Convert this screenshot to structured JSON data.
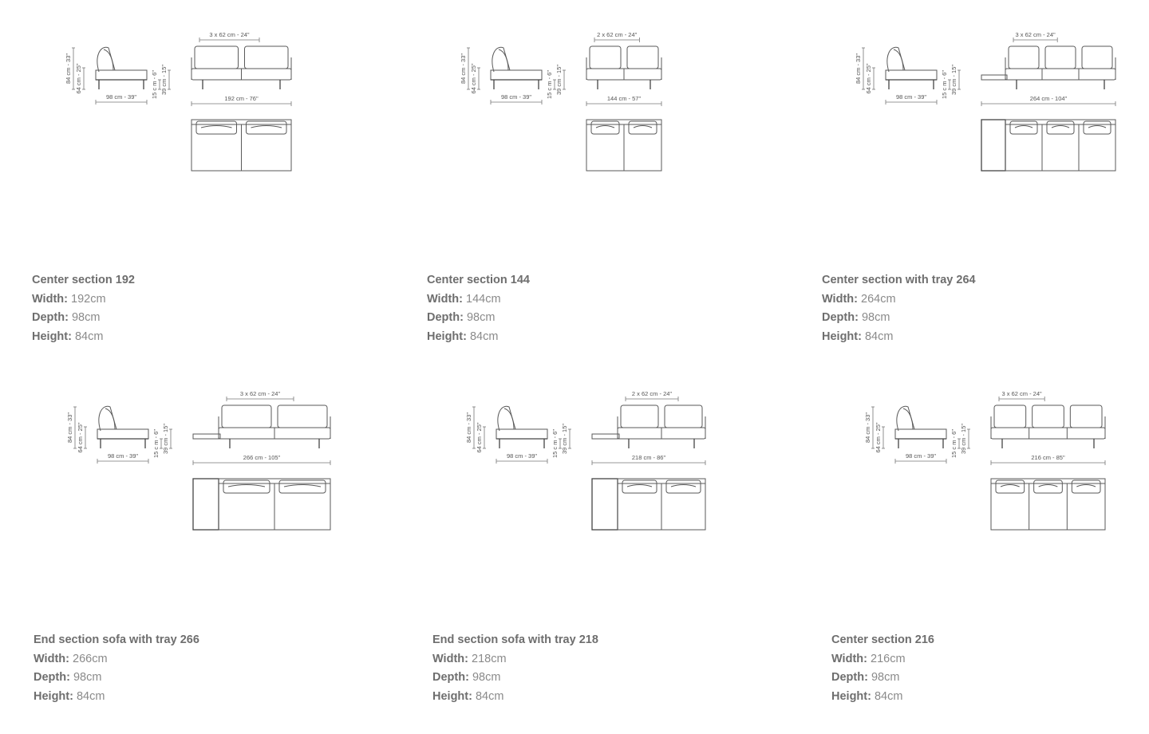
{
  "sections": [
    {
      "title": "Center section 192",
      "width_label": "Width:",
      "width": "192cm",
      "depth_label": "Depth:",
      "depth": "98cm",
      "height_label": "Height:",
      "height": "84cm",
      "dims": {
        "h_total": "84 cm - 33\"",
        "h_seat": "64 cm - 25\"",
        "leg": "15 c m - 6\"",
        "seat": "39 cm - 15\"",
        "depth": "98 cm - 39\"",
        "cushions": "3 x 62 cm - 24\"",
        "width": "192 cm - 76\""
      },
      "variant": "center",
      "n": 2,
      "tray": false
    },
    {
      "title": "Center section 144",
      "width_label": "Width:",
      "width": "144cm",
      "depth_label": "Depth:",
      "depth": "98cm",
      "height_label": "Height:",
      "height": "84cm",
      "dims": {
        "h_total": "84 cm - 33\"",
        "h_seat": "64 cm - 25\"",
        "leg": "15 c m - 6\"",
        "seat": "39 cm - 15\"",
        "depth": "98 cm - 39\"",
        "cushions": "2 x 62 cm - 24\"",
        "width": "144 cm - 57\""
      },
      "variant": "center",
      "n": 2,
      "tray": false
    },
    {
      "title": "Center section with tray 264",
      "width_label": "Width:",
      "width": "264cm",
      "depth_label": "Depth:",
      "depth": "98cm",
      "height_label": "Height:",
      "height": "84cm",
      "dims": {
        "h_total": "84 cm - 33\"",
        "h_seat": "64 cm - 25\"",
        "leg": "15 c m - 6\"",
        "seat": "39 cm - 15\"",
        "depth": "98 cm - 39\"",
        "cushions": "3 x 62 cm - 24\"",
        "width": "264 cm - 104\""
      },
      "variant": "center",
      "n": 3,
      "tray": true
    },
    {
      "title": "End section sofa with tray 266",
      "width_label": "Width:",
      "width": "266cm",
      "depth_label": "Depth:",
      "depth": "98cm",
      "height_label": "Height:",
      "height": "84cm",
      "dims": {
        "h_total": "84 cm - 33\"",
        "h_seat": "64 cm - 25\"",
        "leg": "15 c m - 6\"",
        "seat": "39 cm - 15\"",
        "depth": "98 cm - 39\"",
        "cushions": "3 x 62 cm - 24\"",
        "width": "266 cm - 105\""
      },
      "variant": "end",
      "n": 2,
      "tray": true
    },
    {
      "title": "End section sofa with tray 218",
      "width_label": "Width:",
      "width": "218cm",
      "depth_label": "Depth:",
      "depth": "98cm",
      "height_label": "Height:",
      "height": "84cm",
      "dims": {
        "h_total": "84 cm - 33\"",
        "h_seat": "64 cm - 25\"",
        "leg": "15 c m - 6\"",
        "seat": "39 cm - 15\"",
        "depth": "98 cm - 39\"",
        "cushions": "2 x 62 cm - 24\"",
        "width": "218 cm - 86\""
      },
      "variant": "end",
      "n": 2,
      "tray": true
    },
    {
      "title": "Center section 216",
      "width_label": "Width:",
      "width": "216cm",
      "depth_label": "Depth:",
      "depth": "98cm",
      "height_label": "Height:",
      "height": "84cm",
      "dims": {
        "h_total": "84 cm - 33\"",
        "h_seat": "64 cm - 25\"",
        "leg": "15 c m - 6\"",
        "seat": "39 cm - 15\"",
        "depth": "98 cm - 39\"",
        "cushions": "3 x 62 cm - 24\"",
        "width": "216 cm - 85\""
      },
      "variant": "end-arm",
      "n": 3,
      "tray": false
    }
  ]
}
